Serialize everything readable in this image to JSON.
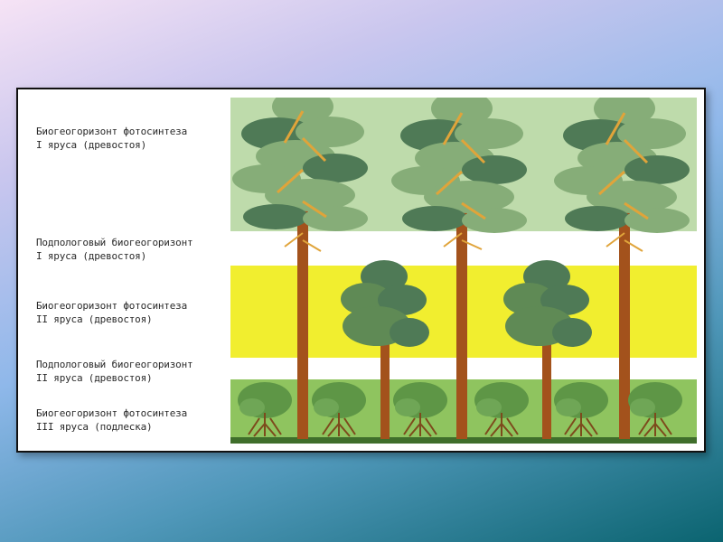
{
  "labels": [
    {
      "line1": "Биогеогоризонт фотосинтеза",
      "line2": "I яруса  (древостоя)"
    },
    {
      "line1": "Подпологовый биогеогоризонт",
      "line2": "I яруса   (древостоя)"
    },
    {
      "line1": "Биогеогоризонт фотосинтеза",
      "line2": "II яруса (древостоя)"
    },
    {
      "line1": "Подпологовый биогеогоризонт",
      "line2": "II яруса  (древостоя)"
    },
    {
      "line1": "Биогеогоризонт фотосинтеза",
      "line2": "III яруса   (подлеска)"
    }
  ],
  "colors": {
    "band_canopy_1": "#bedbab",
    "band_open": "#ffffff",
    "band_canopy_2": "#f1ee2f",
    "band_shrub": "#8fc45f",
    "trunk": "#a3521c",
    "crown_dark": "#4f7a56",
    "crown_light": "#86ad78",
    "shrub": "#5e9646",
    "ground": "#3f6e2b"
  }
}
